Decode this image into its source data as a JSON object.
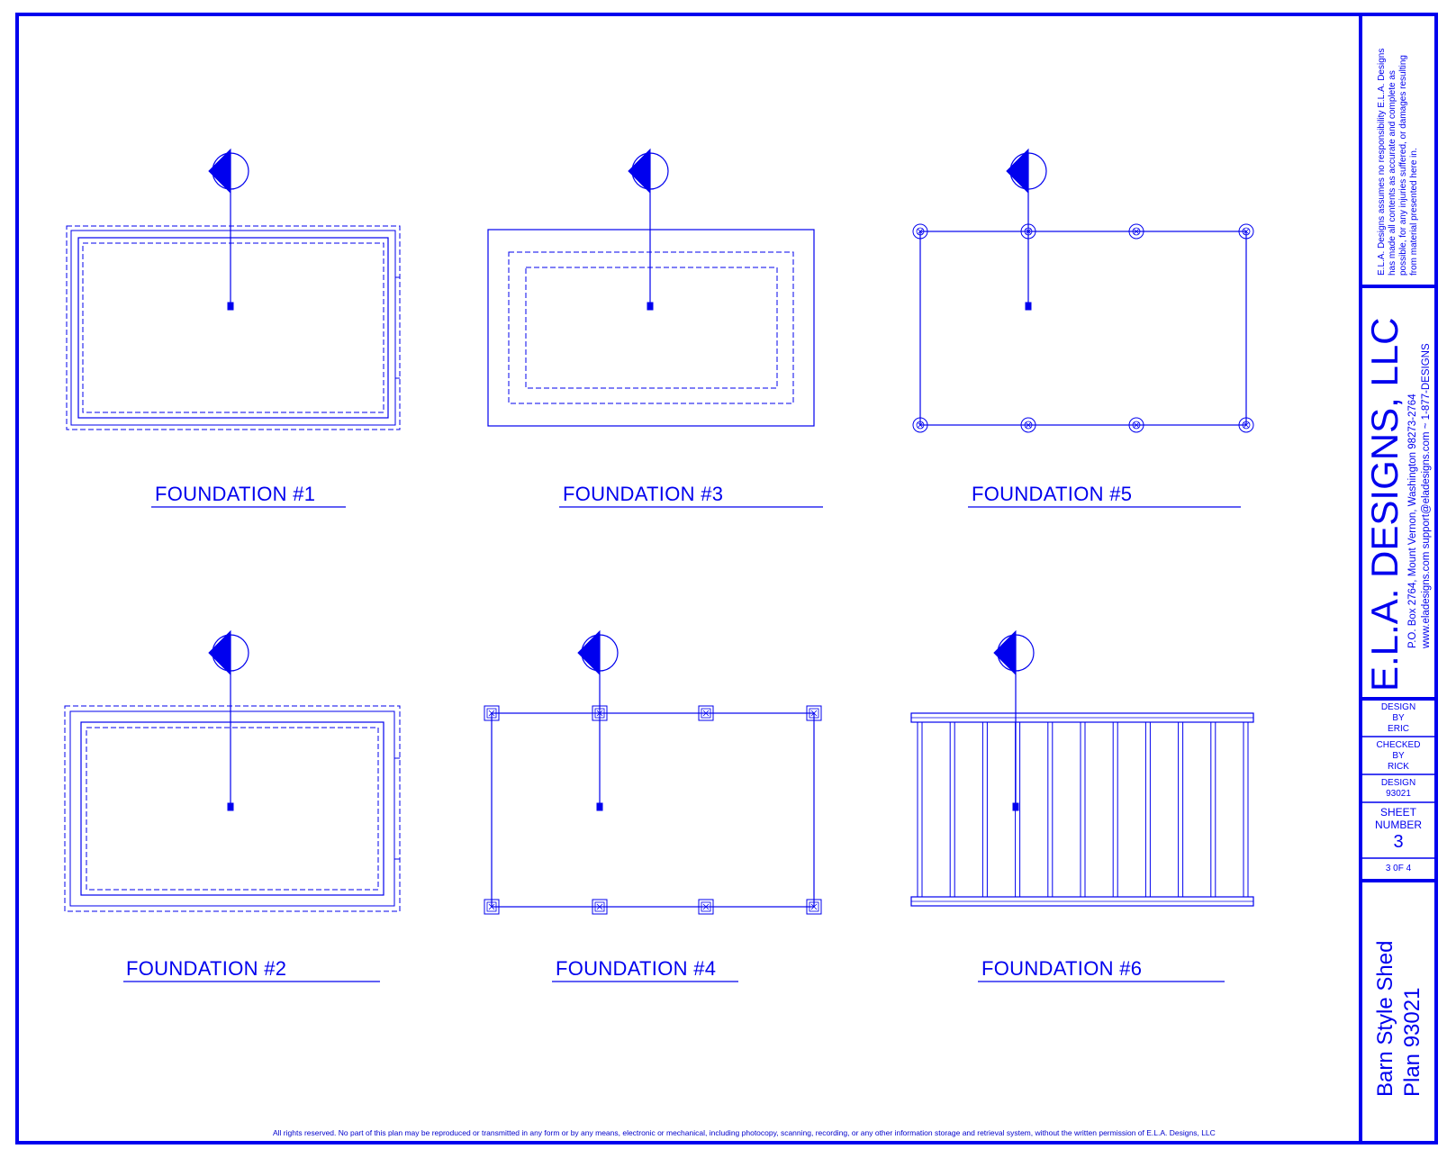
{
  "foundations": [
    {
      "id": 1,
      "label": "FOUNDATION #1",
      "style": "double-wall-with-dashed-footing"
    },
    {
      "id": 3,
      "label": "FOUNDATION #3",
      "style": "slab-with-dashed-footings"
    },
    {
      "id": 5,
      "label": "FOUNDATION #5",
      "style": "round-piers"
    },
    {
      "id": 2,
      "label": "FOUNDATION #2",
      "style": "double-wall-with-dashed-footing"
    },
    {
      "id": 4,
      "label": "FOUNDATION #4",
      "style": "square-blocks"
    },
    {
      "id": 6,
      "label": "FOUNDATION #6",
      "style": "floor-joists-on-skids"
    }
  ],
  "title_block": {
    "disclaimer": [
      "E.L.A. Designs assumes no responsibility  E.L.A. Designs",
      "has made all contents as accurate and complete as",
      "possible, for any injuries suffered, or damages resulting",
      "from material presented here in."
    ],
    "company": "E.L.A. DESIGNS, LLC",
    "address": "P.O. Box 2764, Mount Vernon, Washington 98273-2764",
    "contact": "www.eladesigns.com support@eladesigns.com ~ 1-877-DESIGNS",
    "design_by": [
      "DESIGN",
      "BY",
      "ERIC"
    ],
    "checked_by": [
      "CHECKED",
      "BY",
      "RICK"
    ],
    "design_no": [
      "DESIGN",
      "93021"
    ],
    "sheet": [
      "SHEET",
      "NUMBER",
      "3"
    ],
    "sheet_of": "3 0F 4",
    "project_line1": "Barn Style Shed",
    "project_line2": "Plan 93021"
  },
  "footer": "All rights reserved. No part of this plan may be reproduced or transmitted in any form or by any means, electronic or mechanical, including photocopy, scanning, recording, or any other information storage and retrieval system, without the written permission of E.L.A. Designs, LLC",
  "colors": {
    "line": "#0000ee",
    "label": "#0000ee"
  }
}
